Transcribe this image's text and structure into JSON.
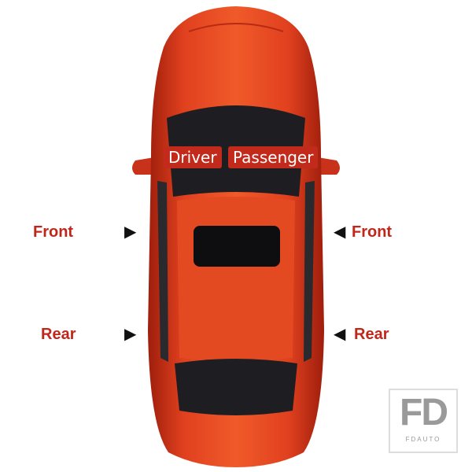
{
  "labels": {
    "driver": "Driver",
    "passenger": "Passenger",
    "front_left": "Front",
    "front_right": "Front",
    "rear_left": "Rear",
    "rear_right": "Rear"
  },
  "arrows": {
    "left": "▶",
    "right": "◀"
  },
  "logo": {
    "mark": "FD",
    "text": "FDAUTO"
  },
  "colors": {
    "car_body": "#d8381c",
    "label_red": "#c0261a",
    "tag_bg": "#c22a1c"
  }
}
